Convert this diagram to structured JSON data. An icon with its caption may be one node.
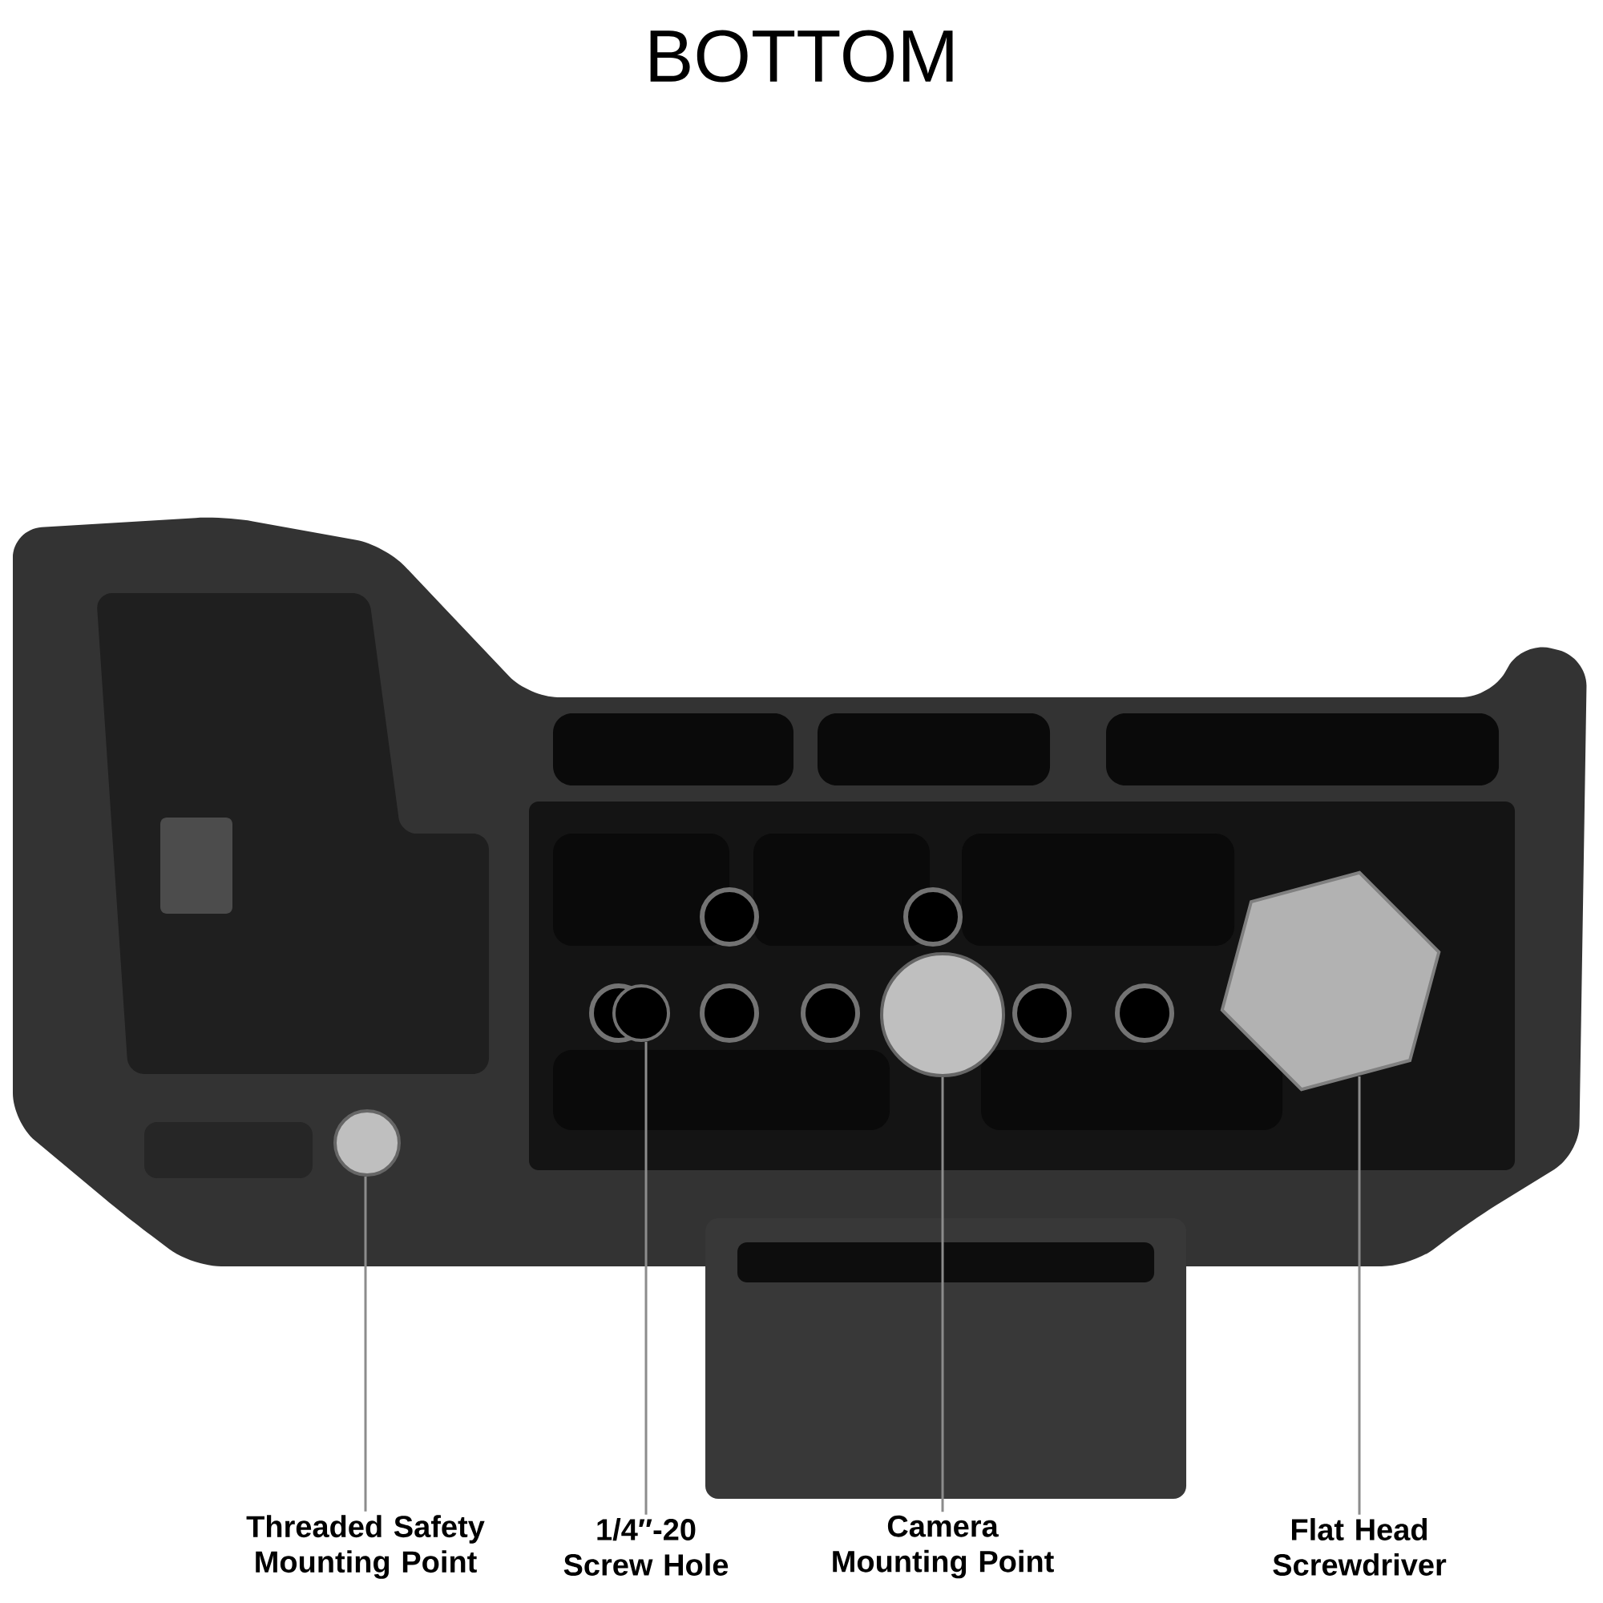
{
  "diagram": {
    "title": "BOTTOM",
    "nodes": [
      {
        "text": [
          "Threaded Safety Mounting Point"
        ]
      },
      {
        "text": [
          "1/4″-20 Screw Hole"
        ]
      },
      {
        "text": [
          "Camera Mounting Point"
        ]
      },
      {
        "text": [
          "Flat Head Screwdriver"
        ]
      },
      {
        "text": [],
        "shape": "circle"
      },
      {
        "text": [],
        "shape": "circle"
      },
      {
        "text": [],
        "shape": "circle"
      },
      {
        "text": [],
        "shape": "hexagon"
      }
    ],
    "edges": [
      {
        "from": 0,
        "to": 4,
        "arrow": "none"
      },
      {
        "from": 1,
        "to": 5,
        "arrow": "none"
      },
      {
        "from": 2,
        "to": 6,
        "arrow": "none"
      },
      {
        "from": 3,
        "to": 7,
        "arrow": "none"
      }
    ]
  }
}
